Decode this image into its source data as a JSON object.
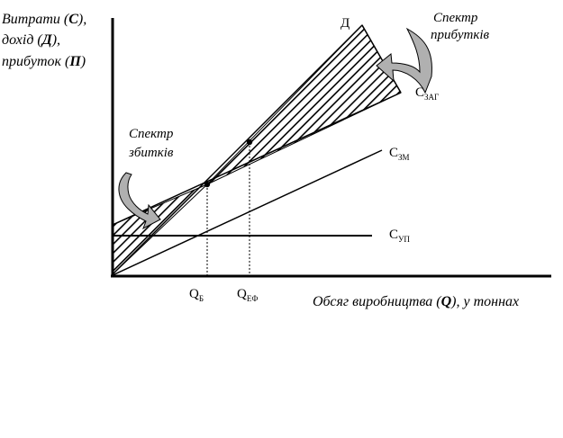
{
  "y_axis": {
    "line1_pre": "Витрати (",
    "line1_sym": "С",
    "line1_post": "),",
    "line2_pre": "дохід (",
    "line2_sym": "Д",
    "line2_post": "),",
    "line3_pre": "прибуток (",
    "line3_sym": "П",
    "line3_post": ")"
  },
  "x_axis": {
    "label_pre": "Обсяг виробництва (",
    "label_sym": "Q",
    "label_post": "), у тоннах"
  },
  "curves": {
    "revenue": "Д",
    "total_cost": {
      "main": "С",
      "sub": "ЗАГ"
    },
    "variable_cost": {
      "main": "С",
      "sub": "ЗМ"
    },
    "fixed_cost": {
      "main": "С",
      "sub": "УП"
    }
  },
  "points": {
    "break_even": {
      "main": "Q",
      "sub": "Б"
    },
    "effective": {
      "main": "Q",
      "sub": "ЕФ"
    }
  },
  "callouts": {
    "profit": {
      "line1": "Спектр",
      "line2": "прибутків"
    },
    "loss": {
      "line1": "Спектр",
      "line2": "збитків"
    }
  },
  "colors": {
    "line": "#000000",
    "arrow_fill": "#b0b0b0"
  }
}
